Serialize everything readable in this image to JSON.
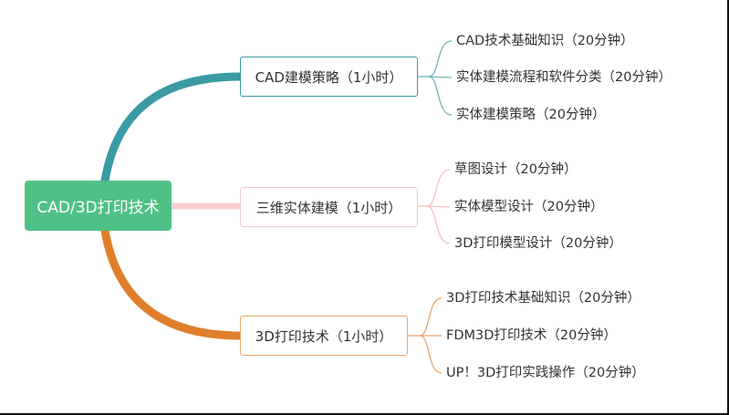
{
  "root": {
    "label": "CAD/3D打印技术"
  },
  "branches": [
    {
      "label": "CAD建模策略（1小时）",
      "color": "#3b9aa3",
      "children": [
        "CAD技术基础知识（20分钟）",
        "实体建模流程和软件分类（20分钟）",
        "实体建模策略（20分钟）"
      ]
    },
    {
      "label": "三维实体建模（1小时）",
      "color": "#f7c6c6",
      "children": [
        "草图设计（20分钟）",
        "实体模型设计（20分钟）",
        "3D打印模型设计（20分钟）"
      ]
    },
    {
      "label": "3D打印技术（1小时）",
      "color": "#e07f2b",
      "children": [
        "3D打印技术基础知识（20分钟）",
        "FDM3D打印技术（20分钟）",
        "UP！3D打印实践操作（20分钟）"
      ]
    }
  ]
}
